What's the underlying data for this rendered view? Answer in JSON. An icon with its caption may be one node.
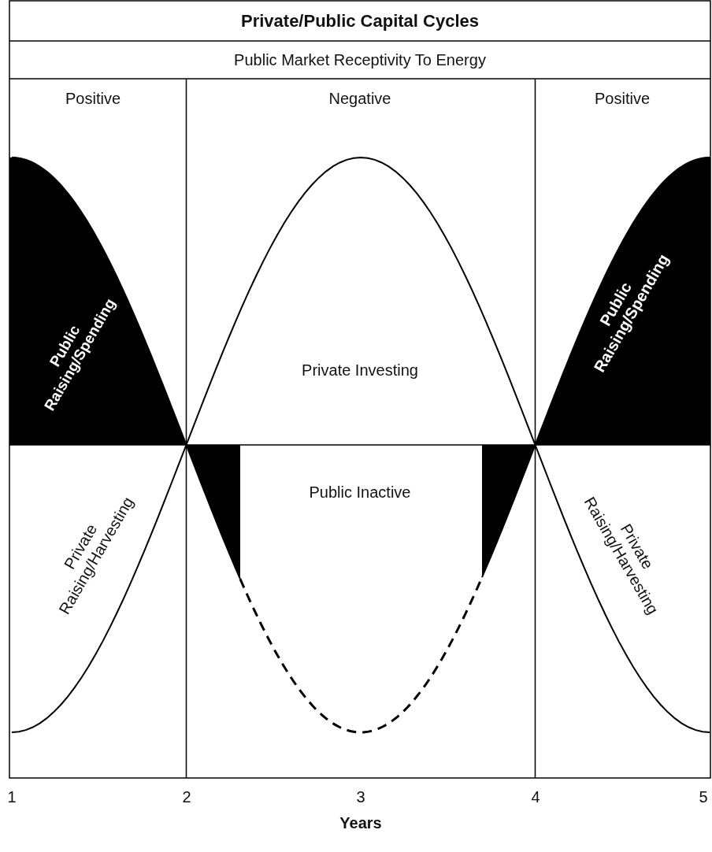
{
  "diagram": {
    "title": "Private/Public Capital Cycles",
    "labels": [
      "Public Market Receptivity To Energy",
      "Positive",
      "Negative",
      "Positive",
      "Public Raising/Spending",
      "Public Raising/Spending",
      "Private Investing",
      "Public Inactive",
      "Private Raising/Harvesting",
      "Private Raising/Harvesting",
      "1",
      "2",
      "3",
      "4",
      "5",
      "Years"
    ]
  }
}
